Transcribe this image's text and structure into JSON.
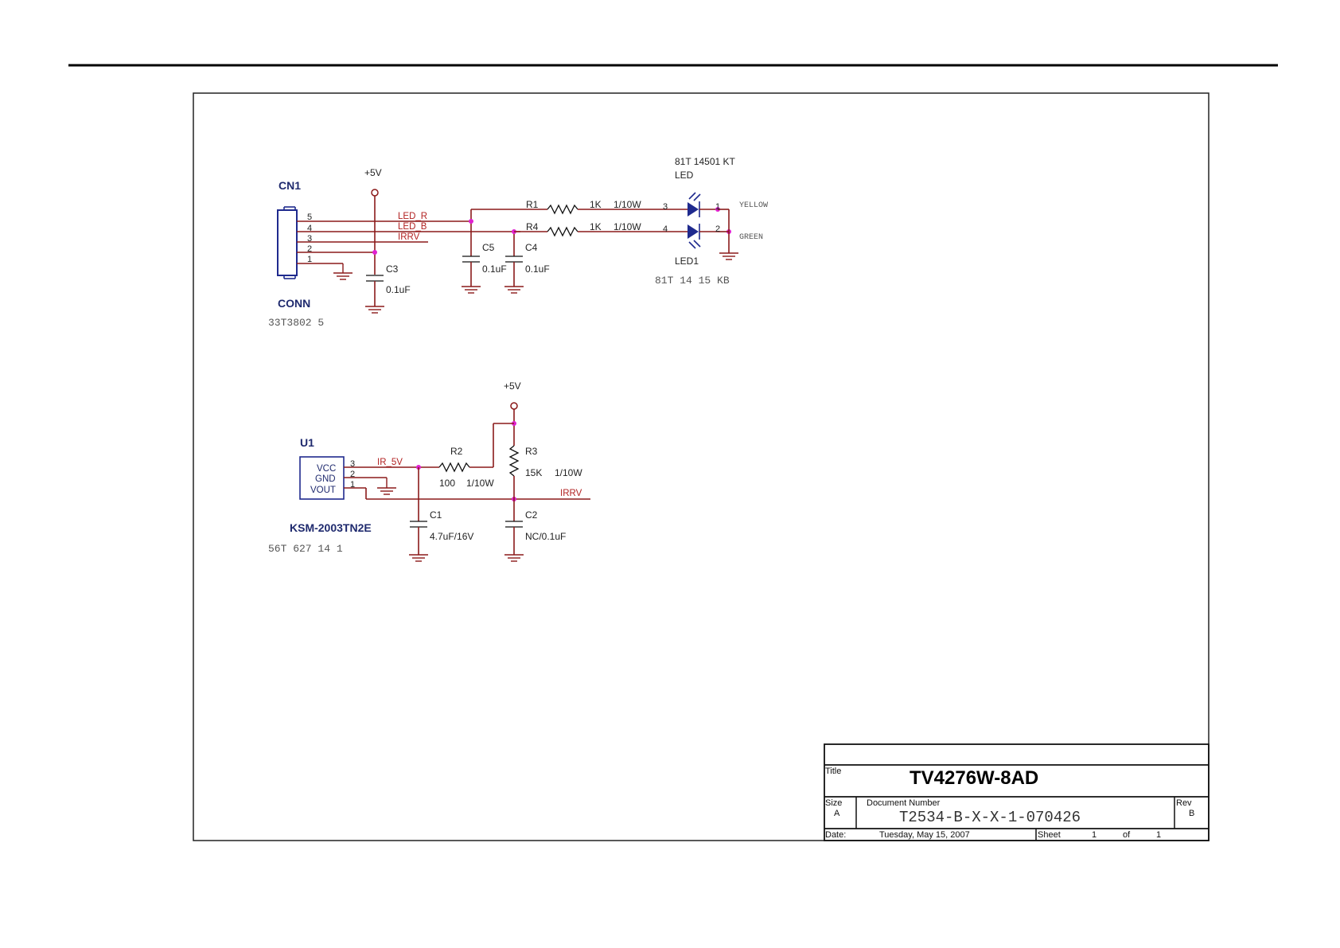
{
  "connector": {
    "ref": "CN1",
    "value": "CONN",
    "part": "33T3802  5",
    "pins": [
      "5",
      "4",
      "3",
      "2",
      "1"
    ]
  },
  "power": {
    "top": "+5V",
    "bottom": "+5V"
  },
  "nets": {
    "led_r": "LED_R",
    "led_b": "LED_B",
    "irrv": "IRRV",
    "ir_5v": "IR_5V",
    "irrv2": "IRRV"
  },
  "components": {
    "r1": {
      "ref": "R1",
      "value": "1K",
      "power": "1/10W"
    },
    "r4": {
      "ref": "R4",
      "value": "1K",
      "power": "1/10W"
    },
    "r2": {
      "ref": "R2",
      "value": "100",
      "power": "1/10W"
    },
    "r3": {
      "ref": "R3",
      "value": "15K",
      "power": "1/10W"
    },
    "c3": {
      "ref": "C3",
      "value": "0.1uF"
    },
    "c5": {
      "ref": "C5",
      "value": "0.1uF"
    },
    "c4": {
      "ref": "C4",
      "value": "0.1uF"
    },
    "c1": {
      "ref": "C1",
      "value": "4.7uF/16V"
    },
    "c2": {
      "ref": "C2",
      "value": "NC/0.1uF"
    }
  },
  "led": {
    "part_top": "81T  14501 KT",
    "type": "LED",
    "ref": "LED1",
    "part_bottom": "81T   14 15 KB",
    "yellow": "YELLOW",
    "green": "GREEN",
    "pins": {
      "p3": "3",
      "p4": "4",
      "p1": "1",
      "p2": "2"
    }
  },
  "ir_module": {
    "ref": "U1",
    "value": "KSM-2003TN2E",
    "part": "56T 627 14   1",
    "pin_names": [
      "VCC",
      "GND",
      "VOUT"
    ],
    "pin_numbers": [
      "3",
      "2",
      "1"
    ]
  },
  "title_block": {
    "title_label": "Title",
    "title": "TV4276W-8AD",
    "size_label": "Size",
    "size": "A",
    "docnum_label": "Document Number",
    "docnum": "T2534-B-X-X-1-070426",
    "rev_label": "Rev",
    "rev": "B",
    "date_label": "Date:",
    "date": "Tuesday, May 15, 2007",
    "sheet_label": "Sheet",
    "sheet": "1",
    "of_label": "of",
    "sheet_total": "1"
  }
}
